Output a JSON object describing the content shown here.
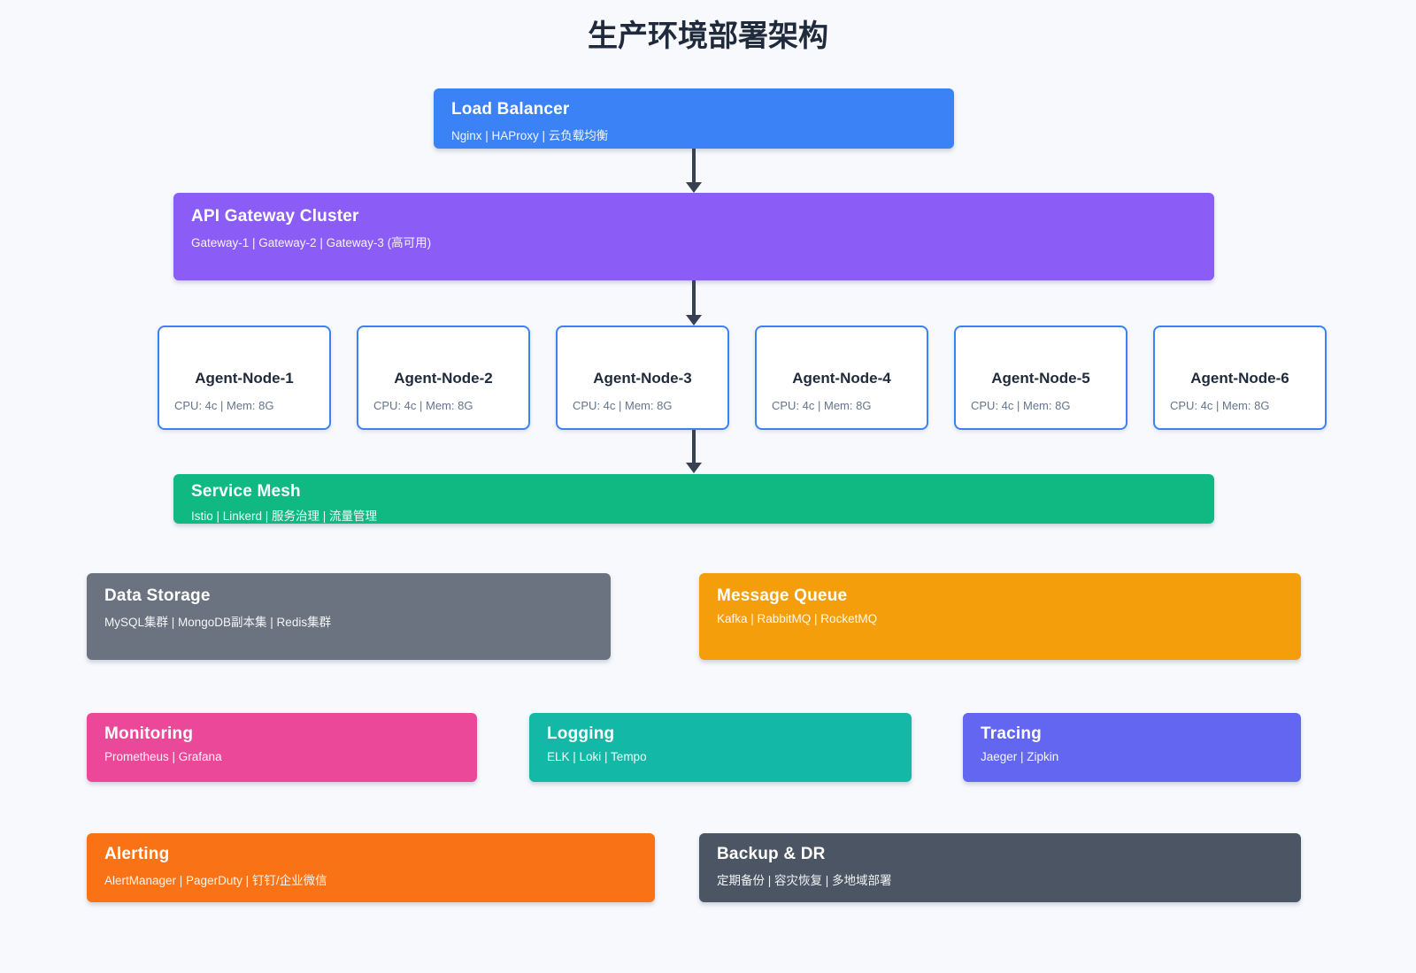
{
  "page": {
    "title": "生产环境部署架构",
    "background_color": "#f7f9fc",
    "title_color": "#1f2a3c",
    "arrow_color": "#374151"
  },
  "nodes": {
    "load_balancer": {
      "title": "Load Balancer",
      "subtitle": "Nginx | HAProxy | 云负载均衡",
      "color": "#3b82f6"
    },
    "api_gateway": {
      "title": "API Gateway Cluster",
      "subtitle": "Gateway-1 | Gateway-2 | Gateway-3 (高可用)",
      "color": "#8b5cf6"
    },
    "agent_nodes": [
      {
        "title": "Agent-Node-1",
        "spec": "CPU: 4c | Mem: 8G"
      },
      {
        "title": "Agent-Node-2",
        "spec": "CPU: 4c | Mem: 8G"
      },
      {
        "title": "Agent-Node-3",
        "spec": "CPU: 4c | Mem: 8G"
      },
      {
        "title": "Agent-Node-4",
        "spec": "CPU: 4c | Mem: 8G"
      },
      {
        "title": "Agent-Node-5",
        "spec": "CPU: 4c | Mem: 8G"
      },
      {
        "title": "Agent-Node-6",
        "spec": "CPU: 4c | Mem: 8G"
      }
    ],
    "agent_node_border_color": "#3b82f6",
    "service_mesh": {
      "title": "Service Mesh",
      "subtitle": "Istio | Linkerd | 服务治理 | 流量管理",
      "color": "#10b981"
    },
    "data_storage": {
      "title": "Data Storage",
      "subtitle": "MySQL集群 | MongoDB副本集 | Redis集群",
      "color": "#6b7280"
    },
    "message_queue": {
      "title": "Message Queue",
      "subtitle": "Kafka | RabbitMQ | RocketMQ",
      "color": "#f59e0b"
    },
    "monitoring": {
      "title": "Monitoring",
      "subtitle": "Prometheus | Grafana",
      "color": "#ec4899"
    },
    "logging": {
      "title": "Logging",
      "subtitle": "ELK | Loki | Tempo",
      "color": "#14b8a6"
    },
    "tracing": {
      "title": "Tracing",
      "subtitle": "Jaeger | Zipkin",
      "color": "#6366f1"
    },
    "alerting": {
      "title": "Alerting",
      "subtitle": "AlertManager | PagerDuty | 钉钉/企业微信",
      "color": "#f97316"
    },
    "backup_dr": {
      "title": "Backup & DR",
      "subtitle": "定期备份 | 容灾恢复 | 多地域部署",
      "color": "#4b5563"
    }
  },
  "edges": [
    "load_balancer -> api_gateway",
    "api_gateway -> agent_nodes",
    "agent_nodes -> service_mesh"
  ]
}
